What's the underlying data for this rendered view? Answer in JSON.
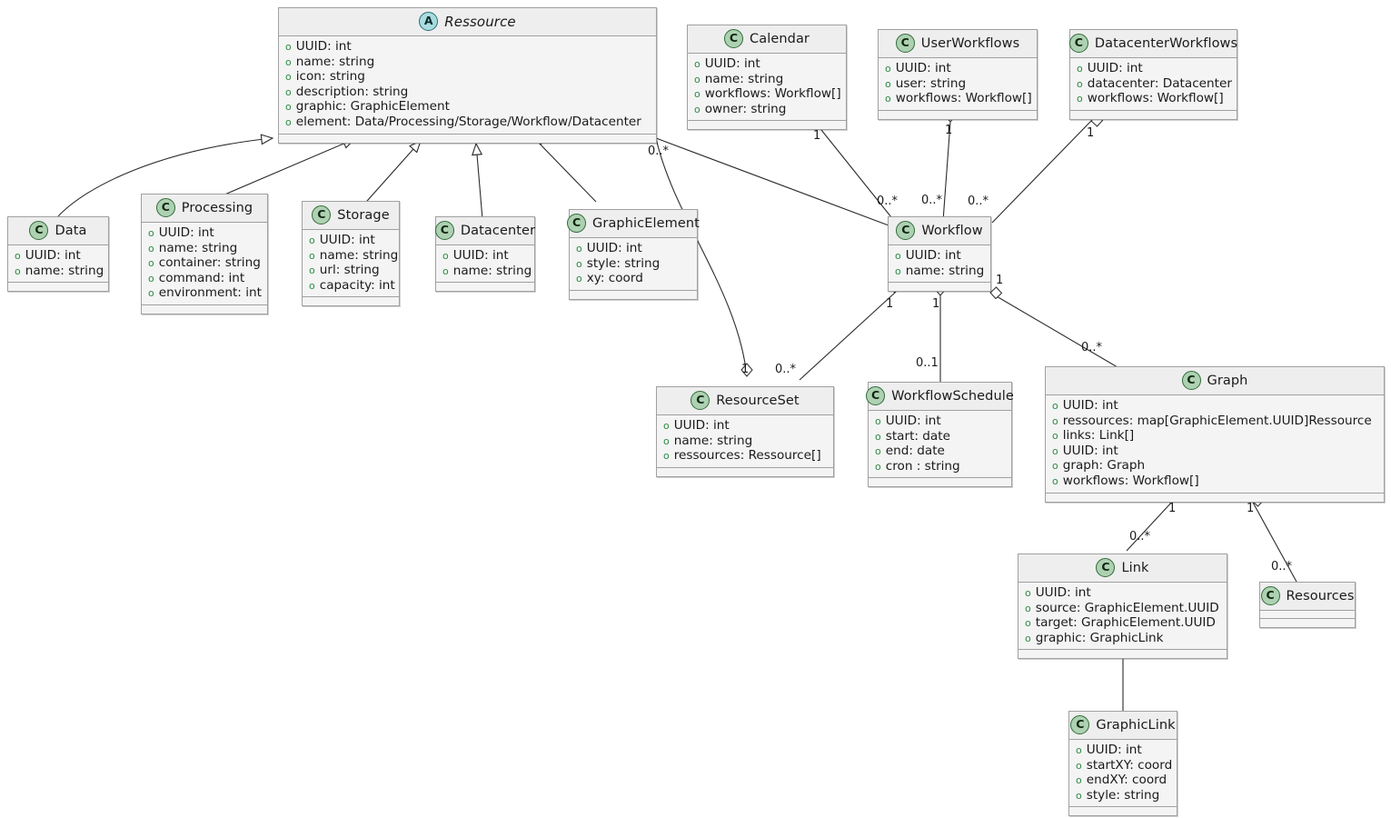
{
  "diagram": {
    "type": "uml-class-diagram",
    "badge_labels": {
      "class": "C",
      "abstract": "A"
    },
    "colors": {
      "class_badge": "#ADD1B2",
      "abstract_badge": "#A9DCDF",
      "header": "#eeeeee",
      "body": "#f4f4f4",
      "border": "#a0a0a0",
      "visibility": "#2e8b45"
    },
    "visibility_marker": "o"
  },
  "classes": [
    {
      "id": "ressource",
      "name": "Ressource",
      "stereotype": "A",
      "abstract": true,
      "attrs": [
        "UUID: int",
        "name: string",
        "icon: string",
        "description: string",
        "graphic: GraphicElement",
        "element: Data/Processing/Storage/Workflow/Datacenter"
      ]
    },
    {
      "id": "calendar",
      "name": "Calendar",
      "stereotype": "C",
      "abstract": false,
      "attrs": [
        "UUID: int",
        "name: string",
        "workflows: Workflow[]",
        "owner: string"
      ]
    },
    {
      "id": "userworkflows",
      "name": "UserWorkflows",
      "stereotype": "C",
      "abstract": false,
      "attrs": [
        "UUID: int",
        "user: string",
        "workflows: Workflow[]"
      ]
    },
    {
      "id": "datacenterworkflows",
      "name": "DatacenterWorkflows",
      "stereotype": "C",
      "abstract": false,
      "attrs": [
        "UUID: int",
        "datacenter: Datacenter",
        "workflows: Workflow[]"
      ]
    },
    {
      "id": "data",
      "name": "Data",
      "stereotype": "C",
      "abstract": false,
      "attrs": [
        "UUID: int",
        "name: string"
      ]
    },
    {
      "id": "processing",
      "name": "Processing",
      "stereotype": "C",
      "abstract": false,
      "attrs": [
        "UUID: int",
        "name: string",
        "container: string",
        "command: int",
        "environment: int"
      ]
    },
    {
      "id": "storage",
      "name": "Storage",
      "stereotype": "C",
      "abstract": false,
      "attrs": [
        "UUID: int",
        "name: string",
        "url: string",
        "capacity: int"
      ]
    },
    {
      "id": "datacenter",
      "name": "Datacenter",
      "stereotype": "C",
      "abstract": false,
      "attrs": [
        "UUID: int",
        "name: string"
      ]
    },
    {
      "id": "graphicelement",
      "name": "GraphicElement",
      "stereotype": "C",
      "abstract": false,
      "attrs": [
        "UUID: int",
        "style: string",
        "xy: coord"
      ]
    },
    {
      "id": "workflow",
      "name": "Workflow",
      "stereotype": "C",
      "abstract": false,
      "attrs": [
        "UUID: int",
        "name: string"
      ]
    },
    {
      "id": "resourceset",
      "name": "ResourceSet",
      "stereotype": "C",
      "abstract": false,
      "attrs": [
        "UUID: int",
        "name: string",
        "ressources: Ressource[]"
      ]
    },
    {
      "id": "workflowschedule",
      "name": "WorkflowSchedule",
      "stereotype": "C",
      "abstract": false,
      "attrs": [
        "UUID: int",
        "start: date",
        "end: date",
        "cron : string"
      ]
    },
    {
      "id": "graph",
      "name": "Graph",
      "stereotype": "C",
      "abstract": false,
      "attrs": [
        "UUID: int",
        "ressources: map[GraphicElement.UUID]Ressource",
        "links: Link[]",
        "UUID: int",
        "graph: Graph",
        "workflows: Workflow[]"
      ]
    },
    {
      "id": "link",
      "name": "Link",
      "stereotype": "C",
      "abstract": false,
      "attrs": [
        "UUID: int",
        "source: GraphicElement.UUID",
        "target: GraphicElement.UUID",
        "graphic: GraphicLink"
      ]
    },
    {
      "id": "resources",
      "name": "Resources",
      "stereotype": "C",
      "abstract": false,
      "attrs": []
    },
    {
      "id": "graphiclink",
      "name": "GraphicLink",
      "stereotype": "C",
      "abstract": false,
      "attrs": [
        "UUID: int",
        "startXY: coord",
        "endXY: coord",
        "style: string"
      ]
    }
  ],
  "multiplicities": [
    {
      "id": "m-ressource-graphicelement",
      "text": "0..*"
    },
    {
      "id": "m-calendar-workflow-1",
      "text": "1"
    },
    {
      "id": "m-userworkflows-workflow-1",
      "text": "1"
    },
    {
      "id": "m-datacenterworkflows-workflow-1",
      "text": "1"
    },
    {
      "id": "m-workflow-calendar-many",
      "text": "0..*"
    },
    {
      "id": "m-workflow-userworkflows-many",
      "text": "0..*"
    },
    {
      "id": "m-workflow-datacenterworkflows-many",
      "text": "0..*"
    },
    {
      "id": "m-ressource-resourceset-1",
      "text": "1"
    },
    {
      "id": "m-resourceset-workflow-many",
      "text": "0..*"
    },
    {
      "id": "m-workflow-resourceset-1",
      "text": "1"
    },
    {
      "id": "m-workflow-schedule-1",
      "text": "1"
    },
    {
      "id": "m-schedule-workflow-01",
      "text": "0..1"
    },
    {
      "id": "m-workflow-graph-1",
      "text": "1"
    },
    {
      "id": "m-graph-workflow-many",
      "text": "0..*"
    },
    {
      "id": "m-graph-link-1",
      "text": "1"
    },
    {
      "id": "m-link-graph-many",
      "text": "0..*"
    },
    {
      "id": "m-graph-resources-1",
      "text": "1"
    },
    {
      "id": "m-resources-graph-many",
      "text": "0..*"
    }
  ],
  "relations": [
    {
      "from": "data",
      "to": "ressource",
      "kind": "generalization"
    },
    {
      "from": "processing",
      "to": "ressource",
      "kind": "generalization"
    },
    {
      "from": "storage",
      "to": "ressource",
      "kind": "generalization"
    },
    {
      "from": "datacenter",
      "to": "ressource",
      "kind": "generalization"
    },
    {
      "from": "ressource",
      "to": "graphicelement",
      "kind": "aggregation"
    },
    {
      "from": "ressource",
      "to": "resourceset",
      "kind": "aggregation"
    },
    {
      "from": "calendar",
      "to": "workflow",
      "kind": "aggregation"
    },
    {
      "from": "userworkflows",
      "to": "workflow",
      "kind": "aggregation"
    },
    {
      "from": "datacenterworkflows",
      "to": "workflow",
      "kind": "aggregation"
    },
    {
      "from": "workflow",
      "to": "resourceset",
      "kind": "aggregation"
    },
    {
      "from": "workflow",
      "to": "workflowschedule",
      "kind": "aggregation"
    },
    {
      "from": "workflow",
      "to": "graph",
      "kind": "aggregation"
    },
    {
      "from": "graph",
      "to": "link",
      "kind": "aggregation"
    },
    {
      "from": "graph",
      "to": "resources",
      "kind": "aggregation"
    },
    {
      "from": "link",
      "to": "graphiclink",
      "kind": "association"
    }
  ]
}
